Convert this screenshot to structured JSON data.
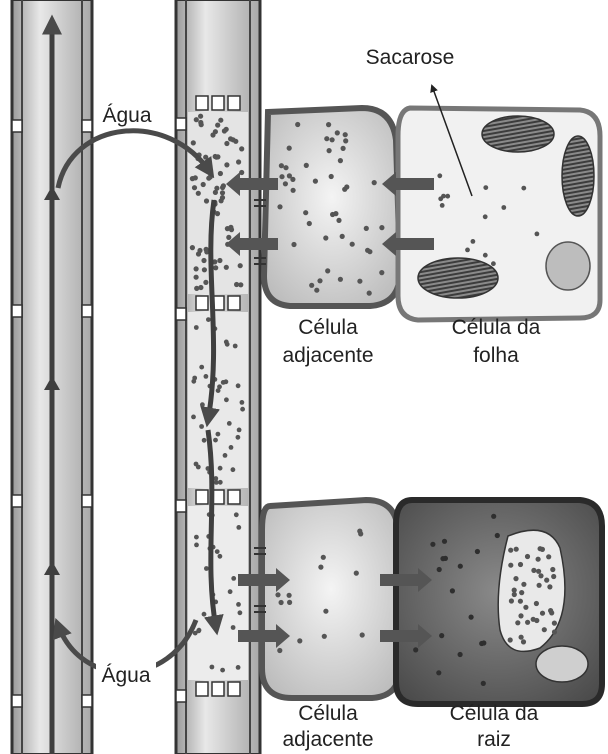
{
  "labels": {
    "sucrose": "Sacarose",
    "water_top": "Água",
    "water_bottom": "Água",
    "leaf_companion_line1": "Célula",
    "leaf_companion_line2": "adjacente",
    "leaf_cell_line1": "Célula da",
    "leaf_cell_line2": "folha",
    "root_companion_line1": "Célula",
    "root_companion_line2": "adjacente",
    "root_cell_line1": "Célula da",
    "root_cell_line2": "raiz"
  },
  "colors": {
    "xylem_fill": "#c9c9c9",
    "phloem_fill": "#d6d6d6",
    "cell_border_dark": "#4a4a4a",
    "leaf_cell_fill": "#ededed",
    "root_cell_fill": "#5e5e5e",
    "arrow": "#4f4f4f",
    "dot": "#6a6a6a"
  }
}
